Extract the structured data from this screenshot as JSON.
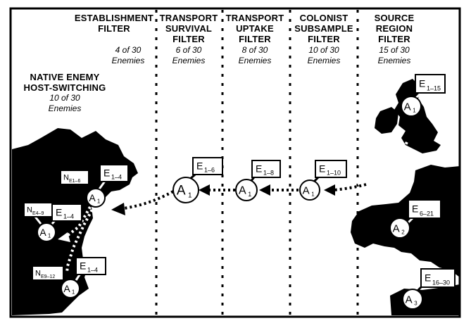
{
  "filters": [
    {
      "title_1": "ESTABLISHMENT",
      "title_2": "FILTER",
      "title_3": "",
      "count": "4 of 30",
      "unit": "Enemies"
    },
    {
      "title_1": "TRANSPORT",
      "title_2": "SURVIVAL",
      "title_3": "FILTER",
      "count": "6 of 30",
      "unit": "Enemies"
    },
    {
      "title_1": "TRANSPORT",
      "title_2": "UPTAKE",
      "title_3": "FILTER",
      "count": "8 of 30",
      "unit": "Enemies"
    },
    {
      "title_1": "COLONIST",
      "title_2": "SUBSAMPLE",
      "title_3": "FILTER",
      "count": "10 of 30",
      "unit": "Enemies"
    },
    {
      "title_1": "SOURCE",
      "title_2": "REGION",
      "title_3": "FILTER",
      "count": "15 of 30",
      "unit": "Enemies"
    }
  ],
  "native": {
    "title_1": "NATIVE ENEMY",
    "title_2": "HOST-SWITCHING",
    "count": "10 of 30",
    "unit": "Enemies"
  },
  "symbols": {
    "A": "A",
    "E": "E",
    "N": "N"
  },
  "nodes": [
    {
      "id": "src-1",
      "label": "A",
      "sub": "1",
      "enemy_sub": "1–15"
    },
    {
      "id": "src-2",
      "label": "A",
      "sub": "2",
      "enemy_sub": "6–21"
    },
    {
      "id": "src-3",
      "label": "A",
      "sub": "3",
      "enemy_sub": "16–30"
    },
    {
      "id": "colonist",
      "label": "A",
      "sub": "1",
      "enemy_sub": "1–10"
    },
    {
      "id": "uptake",
      "label": "A",
      "sub": "1",
      "enemy_sub": "1–8"
    },
    {
      "id": "survival",
      "label": "A",
      "sub": "1",
      "enemy_sub": "1–6"
    },
    {
      "id": "est-1",
      "label": "A",
      "sub": "1",
      "enemy_sub": "1–4",
      "native_sub": "E1–6"
    },
    {
      "id": "est-2",
      "label": "A",
      "sub": "1",
      "enemy_sub": "1–4",
      "native_sub": "E4–9"
    },
    {
      "id": "est-3",
      "label": "A",
      "sub": "1",
      "enemy_sub": "1–4",
      "native_sub": "E9–12"
    }
  ]
}
